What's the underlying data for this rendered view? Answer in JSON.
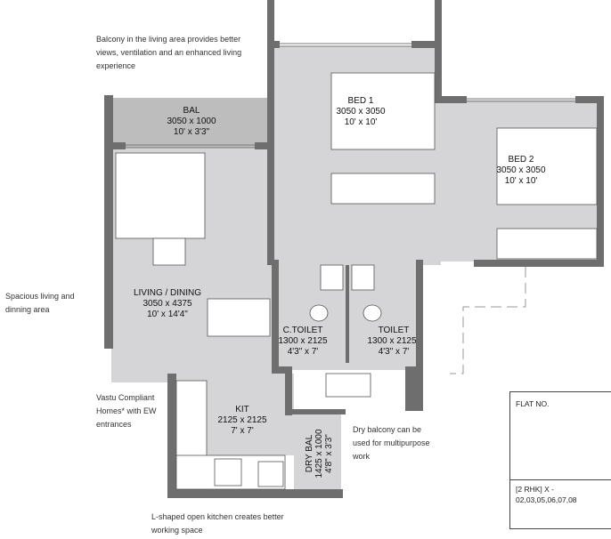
{
  "notes": {
    "balcony": "Balcony in the living area provides better views, ventilation and an enhanced living experience",
    "living": "Spacious living and dinning area",
    "vastu": "Vastu Compliant Homes* with EW entrances",
    "dry_balcony": "Dry balcony can be used for multipurpose work",
    "kitchen": "L-shaped open kitchen creates better working space"
  },
  "rooms": {
    "bal": {
      "name": "BAL",
      "metric": "3050 x 1000",
      "imperial": "10' x 3'3\""
    },
    "bed1": {
      "name": "BED 1",
      "metric": "3050 x 3050",
      "imperial": "10' x 10'"
    },
    "bed2": {
      "name": "BED 2",
      "metric": "3050 x 3050",
      "imperial": "10' x 10'"
    },
    "living": {
      "name": "LIVING / DINING",
      "metric": "3050 x 4375",
      "imperial": "10' x 14'4\""
    },
    "ctoilet": {
      "name": "C.TOILET",
      "metric": "1300 x 2125",
      "imperial": "4'3\" x 7'"
    },
    "toilet": {
      "name": "TOILET",
      "metric": "1300 x 2125",
      "imperial": "4'3\" x 7'"
    },
    "kit": {
      "name": "KIT",
      "metric": "2125 x 2125",
      "imperial": "7' x 7'"
    },
    "drybal": {
      "name": "DRY BAL",
      "metric": "1425 x 1000",
      "imperial": "4'8\" x 3'3\""
    }
  },
  "flat_box": {
    "title": "FLAT NO.",
    "type_line1": "[2 RHK] X -",
    "type_line2": "02,03,05,06,07,08"
  },
  "colors": {
    "wall": "#6e6e6e",
    "floor": "#d5d5d7",
    "balcony": "#bdbdbd"
  }
}
